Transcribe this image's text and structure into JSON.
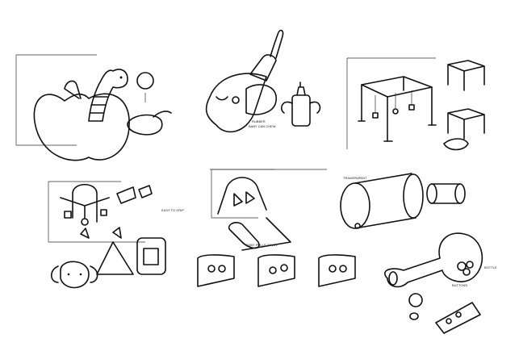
{
  "sheet": {
    "panels": [
      {
        "name": "apple-worm-toy"
      },
      {
        "name": "baby-bottle-elephant",
        "labels": [
          "RUBBER",
          "BABY CAN CHEW"
        ]
      },
      {
        "name": "activity-table"
      },
      {
        "name": "mobile-dog-toy",
        "labels": [
          "EASY TO GRIP"
        ]
      },
      {
        "name": "baby-gym-arch",
        "labels": [
          "BABY PULLS DOWN"
        ]
      },
      {
        "name": "rolling-cylinder",
        "labels": [
          "TRANSPARENT"
        ]
      },
      {
        "name": "rattle",
        "labels": [
          "BOTTLE",
          "BUTTONS"
        ]
      }
    ]
  }
}
